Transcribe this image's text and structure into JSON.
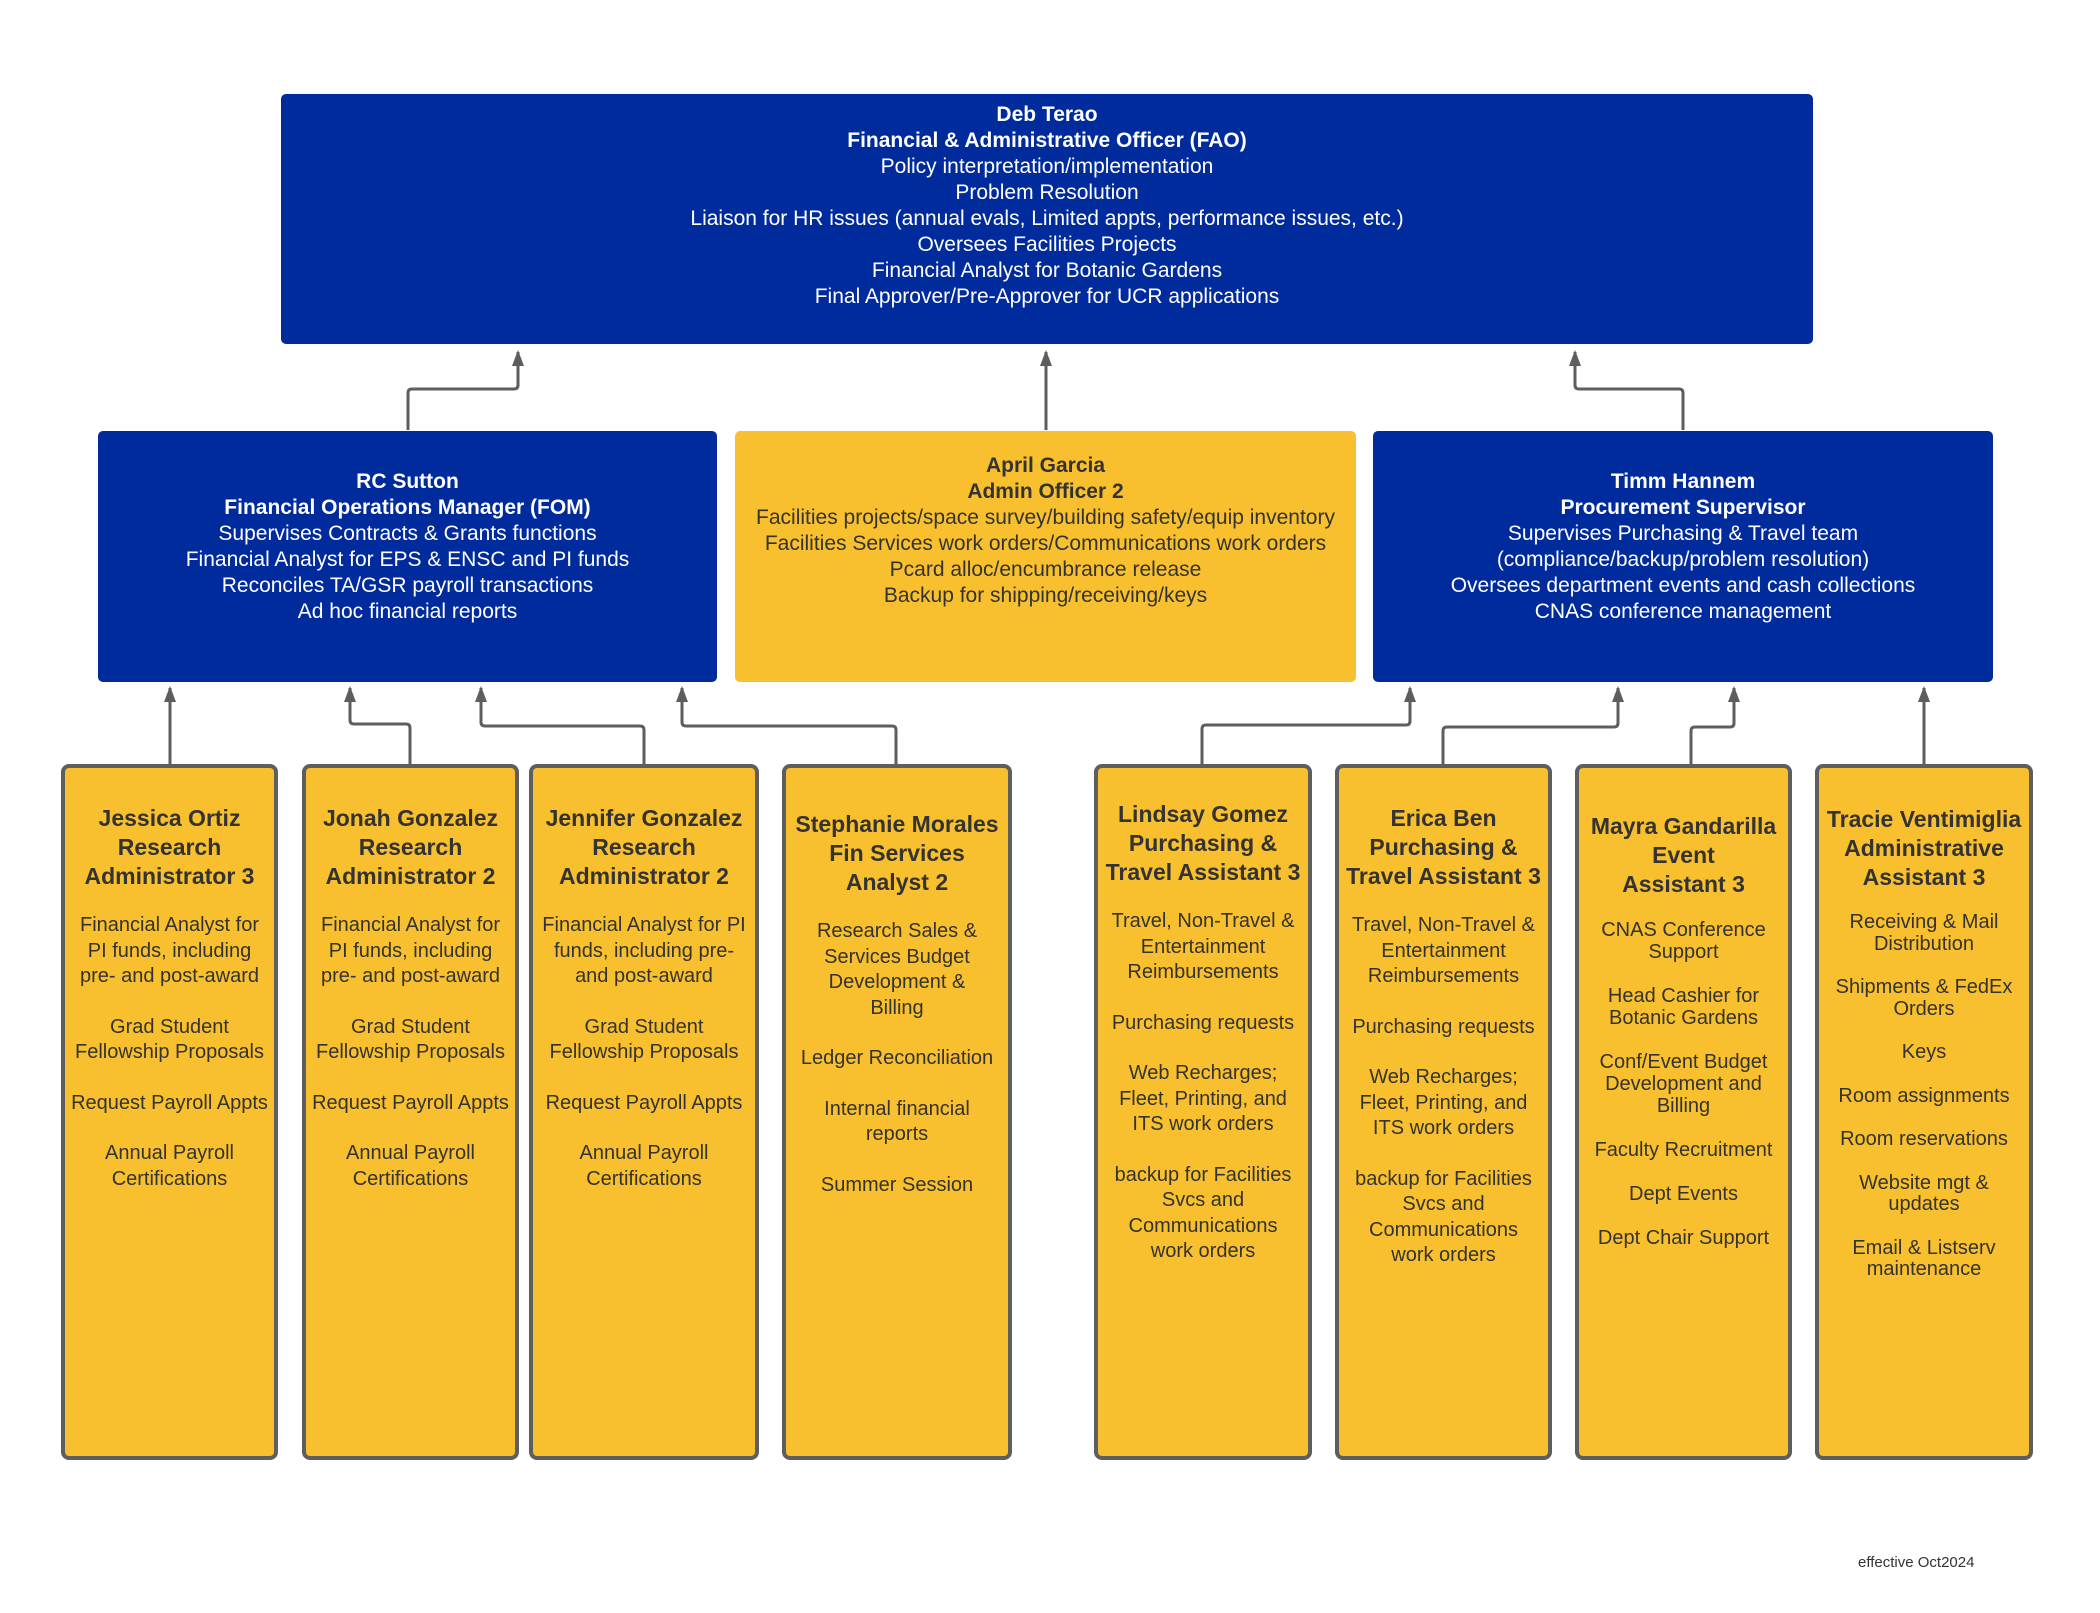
{
  "colors": {
    "blue_box": "#002b9c",
    "gold_box": "#f8bf2e",
    "border_gray": "#5e5e5e",
    "connector_gray": "#5e5e5e",
    "dark_text": "#333333",
    "light_text": "#ffffff"
  },
  "top": {
    "name": "Deb Terao",
    "title": "Financial & Administrative Officer (FAO)",
    "duties": [
      "Policy interpretation/implementation",
      "Problem Resolution",
      "Liaison for HR issues (annual evals, Limited appts, performance issues, etc.)",
      "Oversees Facilities Projects",
      "Financial Analyst for Botanic Gardens",
      "Final Approver/Pre-Approver for UCR applications"
    ]
  },
  "middle": [
    {
      "name": "RC Sutton",
      "title": "Financial Operations Manager (FOM)",
      "duties": [
        "Supervises Contracts & Grants functions",
        "Financial Analyst for EPS & ENSC and PI funds",
        "Reconciles TA/GSR payroll transactions",
        "Ad hoc financial reports"
      ]
    },
    {
      "name": "April Garcia",
      "title": "Admin Officer 2",
      "duties": [
        "Facilities projects/space survey/building safety/equip inventory",
        "Facilities Services work orders/Communications work orders",
        "Pcard alloc/encumbrance release",
        "Backup for shipping/receiving/keys"
      ]
    },
    {
      "name": "Timm Hannem",
      "title": "Procurement Supervisor",
      "duties": [
        "Supervises Purchasing &  Travel team",
        "(compliance/backup/problem resolution)",
        "Oversees department events and cash collections",
        "CNAS conference management"
      ]
    }
  ],
  "staff": [
    {
      "name": "Jessica Ortiz",
      "title_lines": [
        "Research",
        "Administrator 3"
      ],
      "duties": [
        "Financial Analyst for PI funds, including pre- and post-award",
        "Grad Student Fellowship Proposals",
        "Request Payroll Appts",
        "Annual Payroll Certifications"
      ]
    },
    {
      "name": "Jonah Gonzalez",
      "title_lines": [
        "Research",
        "Administrator 2"
      ],
      "duties": [
        "Financial Analyst for PI funds, including pre- and post-award",
        "Grad Student Fellowship Proposals",
        "Request Payroll Appts",
        "Annual Payroll Certifications"
      ]
    },
    {
      "name": "Jennifer Gonzalez",
      "title_lines": [
        "Research",
        "Administrator 2"
      ],
      "duties": [
        "Financial Analyst for PI funds, including pre- and post-award",
        "Grad Student Fellowship Proposals",
        "Request Payroll Appts",
        "Annual Payroll Certifications"
      ]
    },
    {
      "name": "Stephanie Morales",
      "title_lines": [
        "Fin Services",
        "Analyst 2"
      ],
      "duties": [
        "Research Sales & Services Budget Development & Billing",
        "Ledger Reconciliation",
        "Internal financial reports",
        "Summer Session"
      ]
    },
    {
      "name": "Lindsay Gomez",
      "title_lines": [
        "Purchasing &",
        "Travel Assistant 3"
      ],
      "duties": [
        "Travel, Non-Travel & Entertainment Reimbursements",
        "Purchasing requests",
        "Web Recharges; Fleet, Printing, and ITS work orders",
        "backup for Facilities Svcs and Communications work orders"
      ]
    },
    {
      "name": "Erica Ben",
      "title_lines": [
        "Purchasing &",
        "Travel Assistant 3"
      ],
      "duties": [
        "Travel, Non-Travel & Entertainment Reimbursements",
        "Purchasing requests",
        "Web Recharges; Fleet, Printing, and ITS work orders",
        "backup for Facilities Svcs and Communications work orders"
      ]
    },
    {
      "name": "Mayra Gandarilla",
      "title_lines": [
        "Event",
        "Assistant 3"
      ],
      "duties": [
        "CNAS Conference Support",
        "Head Cashier for Botanic Gardens",
        "Conf/Event Budget Development and Billing",
        "Faculty Recruitment",
        "Dept Events",
        "Dept Chair Support"
      ]
    },
    {
      "name": "Tracie Ventimiglia",
      "title_lines": [
        "Administrative",
        "Assistant 3"
      ],
      "duties": [
        "Receiving & Mail Distribution",
        "Shipments & FedEx Orders",
        "Keys",
        "Room assignments",
        "Room reservations",
        "Website mgt & updates",
        "Email & Listserv maintenance"
      ]
    }
  ],
  "footer": {
    "text": "effective Oct2024"
  }
}
